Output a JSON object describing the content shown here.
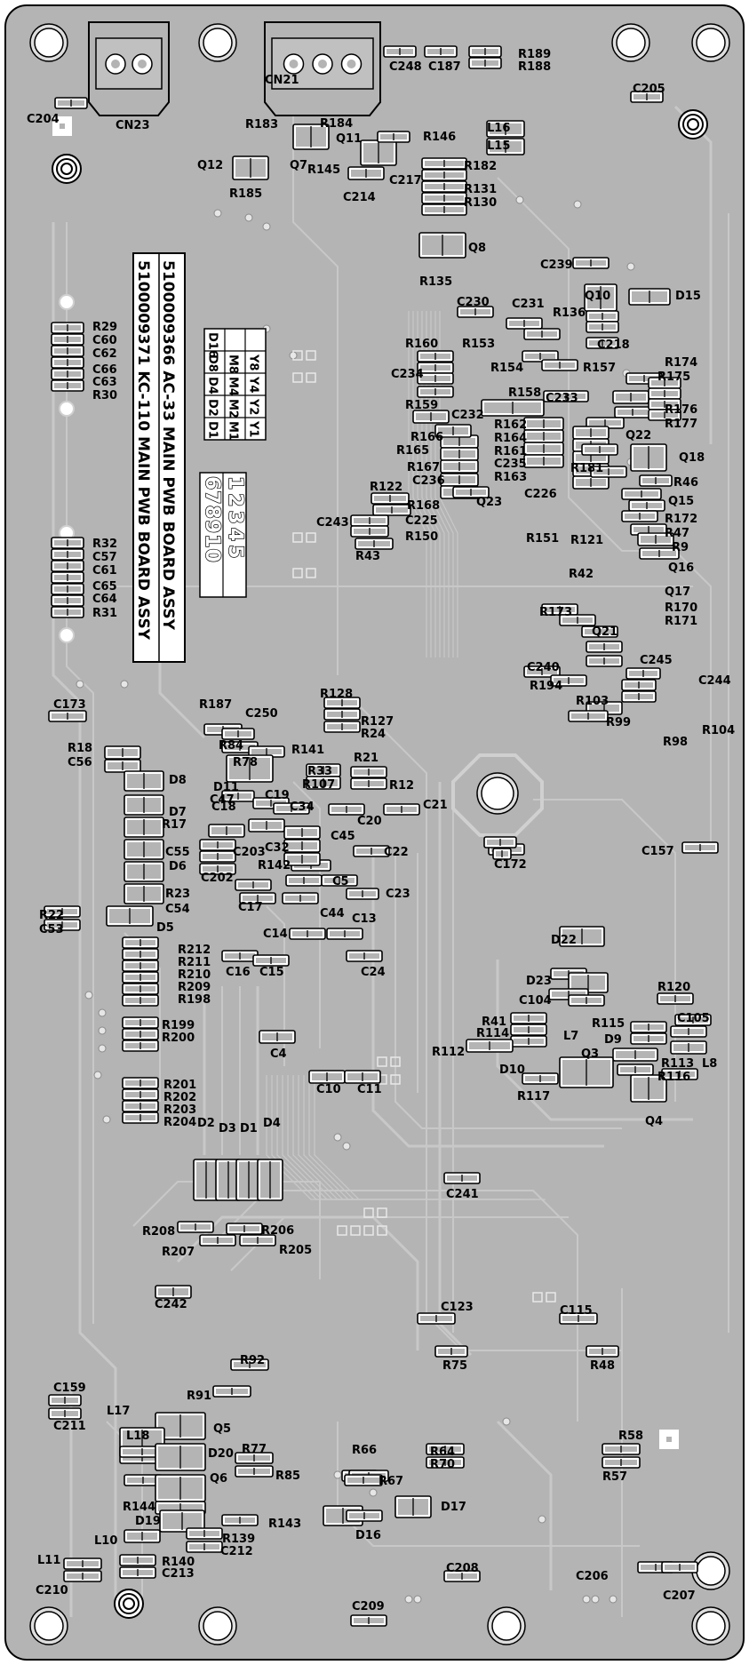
{
  "board": {
    "background": "#b4b4b4",
    "trace_color": "#c8c8c8",
    "outline_color": "#000000",
    "pad_color": "#ffffff"
  },
  "labels": {
    "connectors": [
      "CN23",
      "CN21"
    ],
    "top": [
      "C204",
      "C248",
      "C187",
      "R189",
      "R188",
      "C205",
      "R183",
      "R184",
      "R146",
      "L16",
      "L15",
      "Q12",
      "Q7",
      "Q11",
      "R145",
      "R182",
      "R185",
      "C214",
      "C217",
      "R131",
      "R130",
      "Q8",
      "R135",
      "C239",
      "Q10",
      "D15",
      "R136",
      "C230",
      "C231",
      "C218"
    ],
    "upper_mid": [
      "R29",
      "C60",
      "C62",
      "C66",
      "C63",
      "R30",
      "R160",
      "R153",
      "R154",
      "R157",
      "R174",
      "R175",
      "C234",
      "R158",
      "C233",
      "R176",
      "R177",
      "R159",
      "C232",
      "R162",
      "R164",
      "Q22",
      "R166",
      "R165",
      "R161",
      "C235",
      "R163",
      "Q18",
      "R167",
      "C236",
      "R181",
      "R46",
      "R122",
      "R168",
      "Q23",
      "C226",
      "Q15",
      "C243",
      "C225",
      "R172",
      "R150",
      "R151",
      "R121",
      "R47",
      "R9",
      "R43",
      "Q16",
      "R42",
      "Q17",
      "R32",
      "C57",
      "C61",
      "C65",
      "C64",
      "R31",
      "R173",
      "R170",
      "R171",
      "Q21",
      "C240",
      "C245",
      "C244",
      "R194",
      "R103",
      "R99",
      "R104",
      "R98"
    ],
    "middle": [
      "C173",
      "R187",
      "C250",
      "R128",
      "R127",
      "R24",
      "R18",
      "C56",
      "R84",
      "R141",
      "R78",
      "R33",
      "R21",
      "D8",
      "D11",
      "R107",
      "R12",
      "C47",
      "C19",
      "C34",
      "C21",
      "D7",
      "C18",
      "C20",
      "R17",
      "C45",
      "C32",
      "C55",
      "C203",
      "C22",
      "D6",
      "C202",
      "R142",
      "C157",
      "C172",
      "R23",
      "C5",
      "C23",
      "C54",
      "C17",
      "R22",
      "C53",
      "D5",
      "C44",
      "C13",
      "C14",
      "D22",
      "R212",
      "R211",
      "R210",
      "R209",
      "R198",
      "C16",
      "C15",
      "C24",
      "D23",
      "R120",
      "C104",
      "R199",
      "R200",
      "R41",
      "R114",
      "L7",
      "R115",
      "C105",
      "D9",
      "C4",
      "R112",
      "D10",
      "Q3",
      "R113",
      "L8",
      "R116",
      "R117",
      "Q4",
      "R201",
      "R202",
      "R203",
      "R204",
      "C10",
      "C11"
    ],
    "lower": [
      "D2",
      "D3",
      "D1",
      "D4",
      "C241",
      "R208",
      "R206",
      "R207",
      "R205",
      "C242",
      "C123",
      "C115",
      "R75",
      "R48",
      "R92",
      "R91",
      "C159",
      "C211",
      "L17",
      "Q5",
      "L18",
      "D20",
      "R77",
      "R66",
      "R64",
      "R70",
      "R58",
      "R67",
      "R57",
      "R85",
      "R144",
      "Q6",
      "D17",
      "D19",
      "R143",
      "D16",
      "L10",
      "R139",
      "C212",
      "L11",
      "R140",
      "C210",
      "C213",
      "C208",
      "C206",
      "C207",
      "C209"
    ]
  },
  "label_block": {
    "line1": "5100009366 AC-33 MAIN PWB BOARD ASSY",
    "line2": "5100009371 KC-110 MAIN PWB BOARD ASSY",
    "table_header": [
      "Y8",
      "Y4",
      "Y2",
      "Y1"
    ],
    "table_row2": [
      "M8",
      "M4",
      "M2",
      "M1"
    ],
    "table_row3": [
      "D16",
      "D8",
      "D4",
      "D2",
      "D1"
    ],
    "digits_row1": "12345",
    "digits_row2": "678910"
  }
}
